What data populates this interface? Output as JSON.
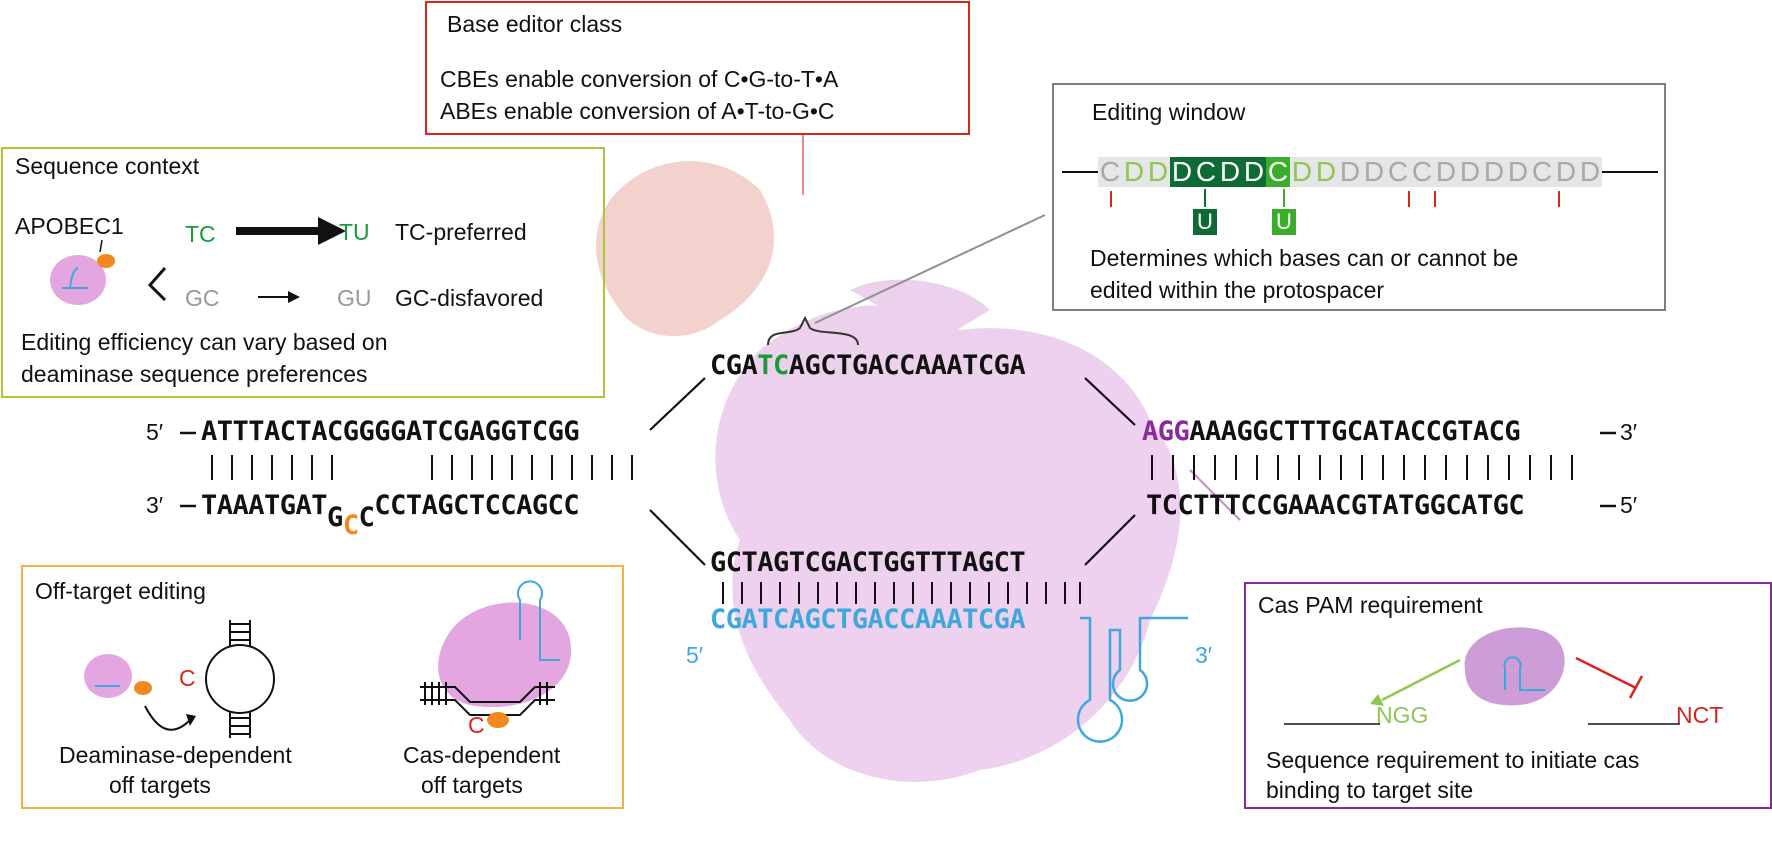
{
  "colors": {
    "red_box": "#d7261e",
    "green_box": "#a8c83a",
    "gray_box": "#808080",
    "orange_box": "#f4b03e",
    "purple_box": "#8b2a9b",
    "green_text": "#1a9a3a",
    "dark_green": "#0e6b33",
    "mid_green": "#3aae2a",
    "light_green": "#8ec651",
    "gray_text": "#9a9a9a",
    "orange": "#f08a1c",
    "purple_text": "#8b2a9b",
    "blue": "#3fa7dc",
    "red": "#d7261e",
    "protein": "#d79ad9"
  },
  "base_editor": {
    "title": "Base editor class",
    "line1": "CBEs enable conversion of C•G-to-T•A",
    "line2": "ABEs enable conversion of A•T-to-G•C"
  },
  "sequence_context": {
    "title": "Sequence context",
    "enzyme": "APOBEC1",
    "tc": "TC",
    "tu": "TU",
    "tc_label": "TC-preferred",
    "gc": "GC",
    "gu": "GU",
    "gc_label": "GC-disfavored",
    "footer1": "Editing efficiency can vary based on",
    "footer2": "deaminase sequence preferences"
  },
  "editing_window": {
    "title": "Editing window",
    "positions": [
      "C",
      "D",
      "D",
      "D",
      "C",
      "D",
      "D",
      "C",
      "D",
      "D",
      "D",
      "D",
      "C",
      "C",
      "D",
      "D",
      "D",
      "D",
      "C",
      "D",
      "D"
    ],
    "edited_label": "U",
    "desc1": "Determines which bases can or cannot be",
    "desc2": "edited within the protospacer"
  },
  "dna": {
    "top_5prime": "5′",
    "top_left_seq": "ATTTACTACGGGGATCGAGGTCGG",
    "protospacer_top_a": "CGA",
    "protospacer_top_b": "TC",
    "protospacer_top_c": "AGCTGACCAAATCGA",
    "pam": "AGG",
    "top_right_seq": "AAAGGCTTTGCATACCGTACG",
    "top_3prime": "3′",
    "bottom_3prime": "3′",
    "bottom_left_a": "TAAATGAT",
    "bulge_g": "G",
    "bulge_c1": "C",
    "bulge_c2": "C",
    "bottom_left_b": "CCTAGCTCCAG",
    "bottom_left_cc": "CC",
    "protospacer_bottom": "GCTAGTCGACTGGTTTAGCT",
    "bottom_right_seq": "TCCTTTCCGAAACGTATGGCATGC",
    "bottom_5prime": "5′",
    "guide_seq": "CGATCAGCTGACCAAATCGA",
    "guide_5prime": "5′",
    "guide_3prime": "3′"
  },
  "off_target": {
    "title": "Off-target editing",
    "c_label": "C",
    "c_label2": "C",
    "left1": "Deaminase-dependent",
    "left2": "off targets",
    "right1": "Cas-dependent",
    "right2": "off targets"
  },
  "pam_box": {
    "title": "Cas PAM requirement",
    "ngg": "NGG",
    "nct": "NCT",
    "desc1": "Sequence requirement to initiate cas",
    "desc2": "binding to target site"
  }
}
